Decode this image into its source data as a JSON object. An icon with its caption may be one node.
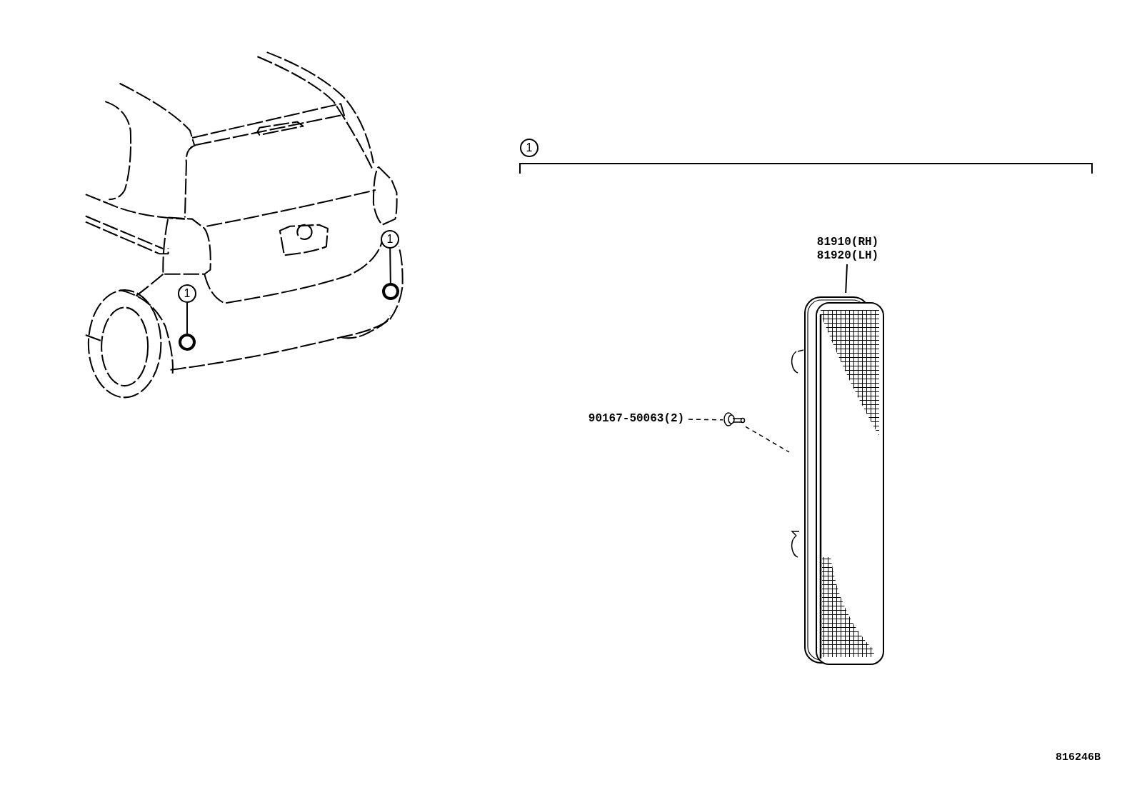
{
  "diagram": {
    "nodes": [
      {
        "text": [
          "1"
        ]
      },
      {
        "text": [],
        "shape": "circle"
      },
      {
        "text": [
          "1"
        ]
      },
      {
        "text": [],
        "shape": "circle"
      },
      {
        "text": [
          "1"
        ]
      },
      {
        "text": [
          "81910(RH) 81920(LH)"
        ]
      },
      {
        "text": [],
        "shape": "picture"
      },
      {
        "text": [
          "90167-50063(2)"
        ]
      },
      {
        "text": [],
        "shape": "picture"
      }
    ],
    "edges": [
      {
        "from": 0,
        "to": 1,
        "arrow": "none"
      },
      {
        "from": 2,
        "to": 3,
        "arrow": "none"
      },
      {
        "from": 5,
        "to": 6,
        "arrow": "none"
      },
      {
        "from": 7,
        "to": 8,
        "arrow": "none",
        "style": "dashed"
      },
      {
        "from": 8,
        "to": 6,
        "arrow": "none",
        "style": "dashed"
      }
    ],
    "labels": [
      "816246B"
    ]
  }
}
